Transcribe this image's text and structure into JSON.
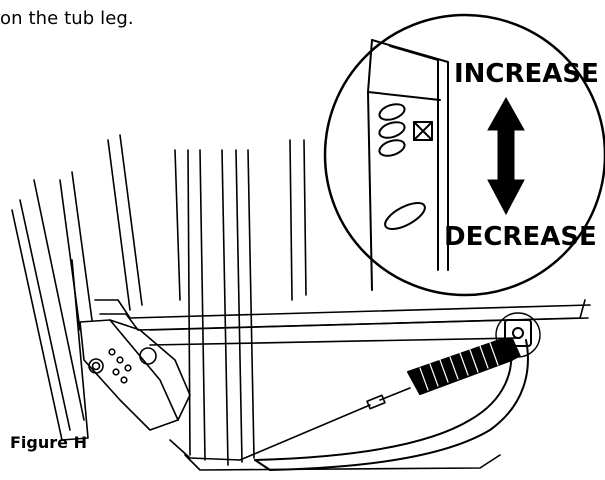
{
  "instruction_fragment": "on the tub leg.",
  "figure_label": "Figure H",
  "callout": {
    "increase_label": "INCREASE",
    "decrease_label": "DECREASE"
  }
}
